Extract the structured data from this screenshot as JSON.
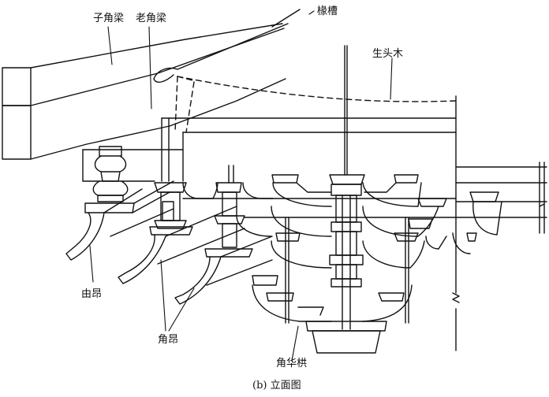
{
  "labels": {
    "zi_jiao_liang": "子角梁",
    "lao_jiao_liang": "老角梁",
    "yuan_cao": "椽槽",
    "sheng_tou_mu": "生头木",
    "you_ang": "由昂",
    "jiao_ang": "角昂",
    "jiao_hua_gong": "角华栱"
  },
  "caption": "(b) 立面图"
}
